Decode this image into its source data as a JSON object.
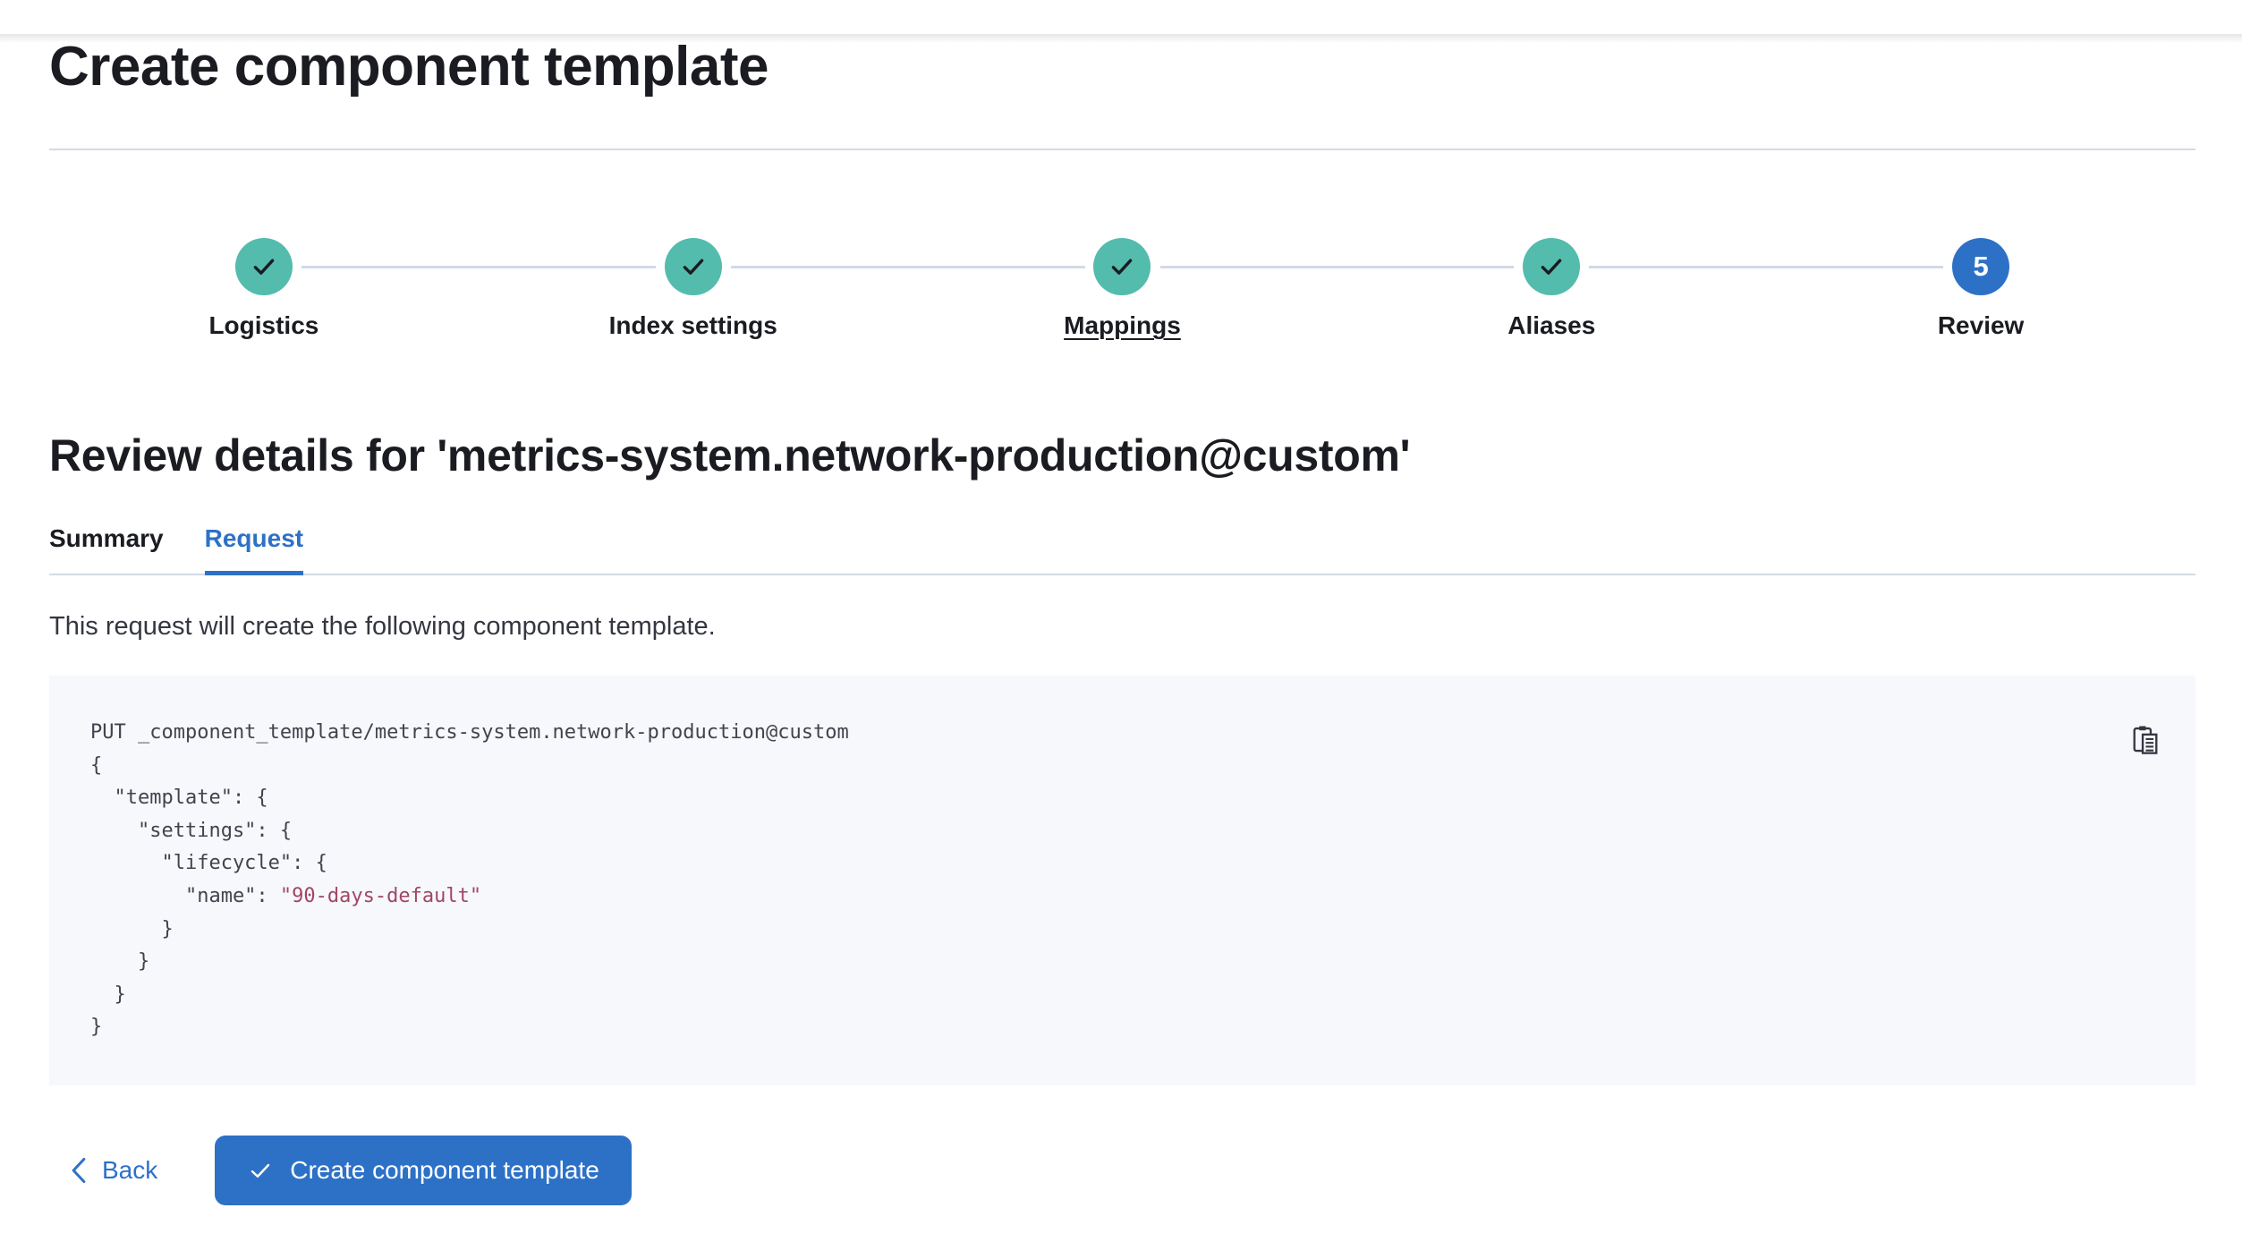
{
  "page": {
    "title": "Create component template"
  },
  "stepper": {
    "steps": [
      {
        "label": "Logistics",
        "status": "complete"
      },
      {
        "label": "Index settings",
        "status": "complete"
      },
      {
        "label": "Mappings",
        "status": "complete",
        "underlined": true
      },
      {
        "label": "Aliases",
        "status": "complete"
      },
      {
        "label": "Review",
        "status": "current",
        "number": "5"
      }
    ]
  },
  "review": {
    "heading": "Review details for 'metrics-system.network-production@custom'",
    "tabs": [
      {
        "label": "Summary",
        "active": false
      },
      {
        "label": "Request",
        "active": true
      }
    ],
    "description": "This request will create the following component template."
  },
  "code_block": {
    "copy_icon": "copy-clipboard-icon",
    "lines": [
      {
        "t": "PUT _component_template/metrics-system.network-production@custom"
      },
      {
        "t": "{"
      },
      {
        "t": "  \"template\": {"
      },
      {
        "t": "    \"settings\": {"
      },
      {
        "t": "      \"lifecycle\": {"
      },
      {
        "t": "        \"name\": ",
        "s": "\"90-days-default\""
      },
      {
        "t": "      }"
      },
      {
        "t": "    }"
      },
      {
        "t": "  }"
      },
      {
        "t": "}"
      }
    ]
  },
  "footer": {
    "back_label": "Back",
    "create_label": "Create component template"
  },
  "colors": {
    "primary_blue": "#2d71c7",
    "success_teal": "#53bcad",
    "code_string": "#a24662",
    "text_dark": "#1a1c21",
    "text_body": "#343741",
    "border": "#d3dae6",
    "code_bg": "#f7f8fc"
  }
}
